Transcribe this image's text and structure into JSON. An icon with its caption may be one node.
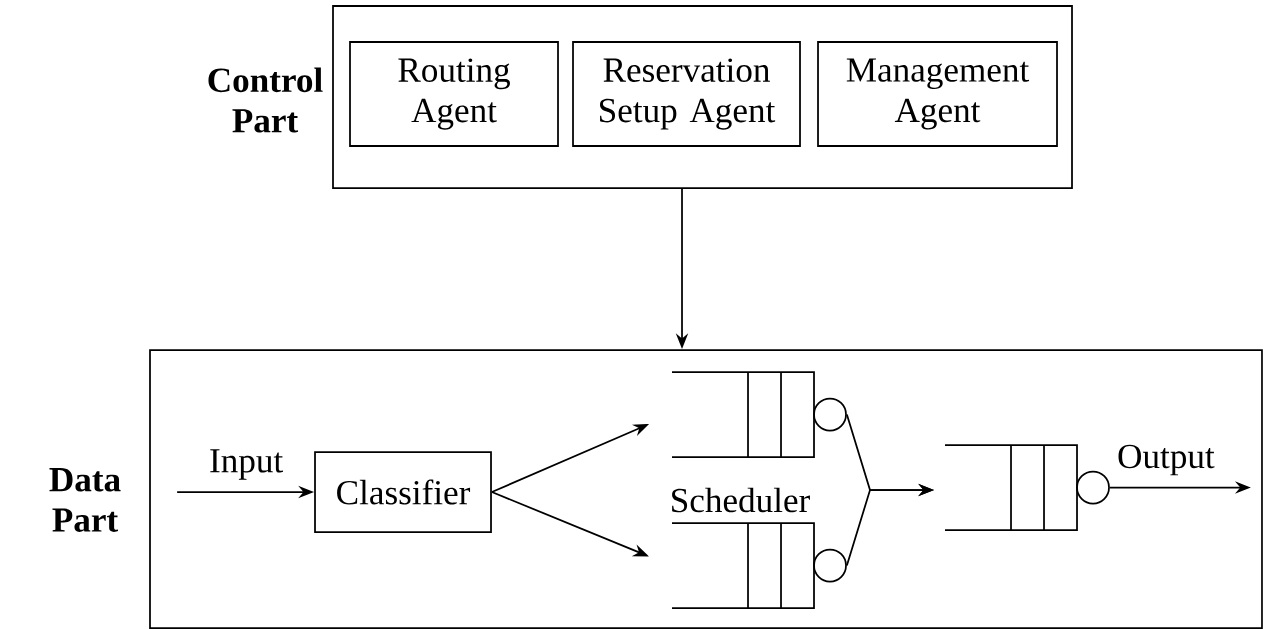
{
  "diagram": {
    "nodes": [
      {
        "text": [
          "Control Part"
        ]
      },
      {
        "text": [
          "Routing Agent"
        ],
        "in": 0
      },
      {
        "text": [
          "Reservation Setup Agent"
        ],
        "in": 0
      },
      {
        "text": [
          "Management Agent"
        ],
        "in": 0
      },
      {
        "text": [
          "Data Part"
        ]
      },
      {
        "text": [
          "Classifier"
        ],
        "in": 4
      },
      {
        "text": [],
        "shape": "queue",
        "in": 4
      },
      {
        "text": [],
        "shape": "queue",
        "in": 4
      },
      {
        "text": [],
        "shape": "queue",
        "in": 4
      }
    ],
    "edges": [
      {
        "from": 0,
        "to": 4,
        "arrow": "to"
      },
      {
        "from": null,
        "to": 5,
        "arrow": "to",
        "label": "Input"
      },
      {
        "from": 5,
        "to": 6,
        "arrow": "to"
      },
      {
        "from": 5,
        "to": 7,
        "arrow": "to"
      },
      {
        "from": 6,
        "to": 8,
        "arrow": "to"
      },
      {
        "from": 7,
        "to": 8,
        "arrow": "to"
      },
      {
        "from": 8,
        "to": null,
        "arrow": "to",
        "label": "Output"
      }
    ],
    "labels": [
      "Scheduler"
    ]
  }
}
